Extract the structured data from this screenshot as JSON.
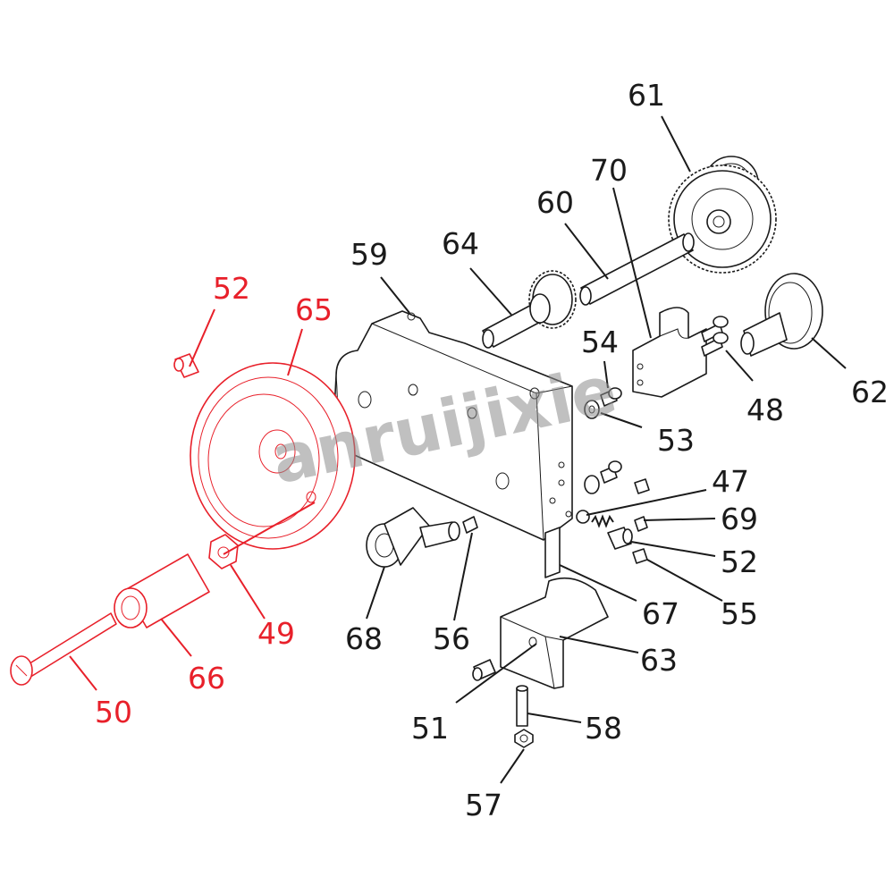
{
  "watermark": "anruijixie",
  "colors": {
    "highlight": "#e8202a",
    "line": "#1a1a1a"
  },
  "callouts": {
    "c61": "61",
    "c70": "70",
    "c60": "60",
    "c64": "64",
    "c59": "59",
    "c52a": "52",
    "c65": "65",
    "c54": "54",
    "c48": "48",
    "c62": "62",
    "c53": "53",
    "c47": "47",
    "c69": "69",
    "c52b": "52",
    "c55": "55",
    "c67": "67",
    "c63": "63",
    "c68": "68",
    "c56": "56",
    "c49": "49",
    "c66": "66",
    "c50": "50",
    "c51": "51",
    "c58": "58",
    "c57": "57"
  }
}
